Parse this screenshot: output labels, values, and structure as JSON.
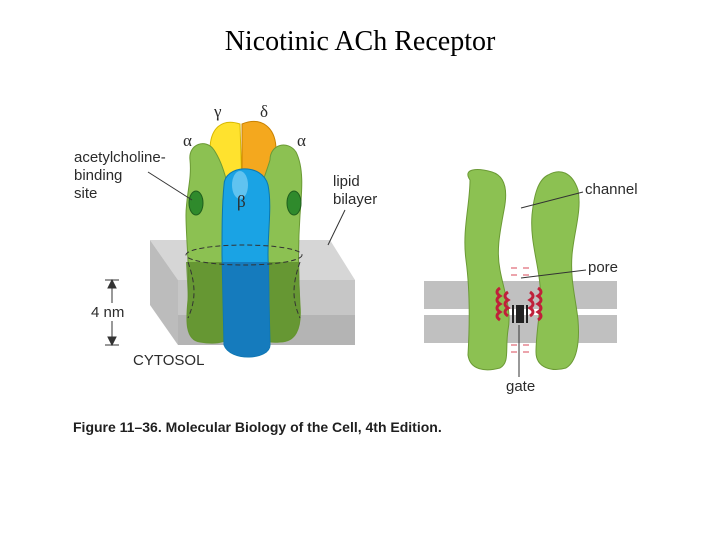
{
  "title": "Nicotinic ACh Receptor",
  "labels": {
    "gamma": "γ",
    "delta": "δ",
    "alpha_left": "α",
    "alpha_right": "α",
    "beta": "β",
    "ach_site_line1": "acetylcholine-",
    "ach_site_line2": "binding",
    "ach_site_line3": "site",
    "lipid_line1": "lipid",
    "lipid_line2": "bilayer",
    "thickness": "4 nm",
    "cytosol": "CYTOSOL",
    "channel": "channel",
    "pore": "pore",
    "gate": "gate"
  },
  "caption": "Figure 11–36. Molecular Biology of the Cell, 4th Edition.",
  "colors": {
    "membrane": "#c8c8c8",
    "membrane_dark": "#a8a8a8",
    "alpha_green": "#8cc152",
    "alpha_dark": "#5a8a2a",
    "gamma_yellow": "#ffe22e",
    "delta_orange": "#f4a81e",
    "beta_blue": "#1aa3e4",
    "gate_red": "#c0203a"
  }
}
